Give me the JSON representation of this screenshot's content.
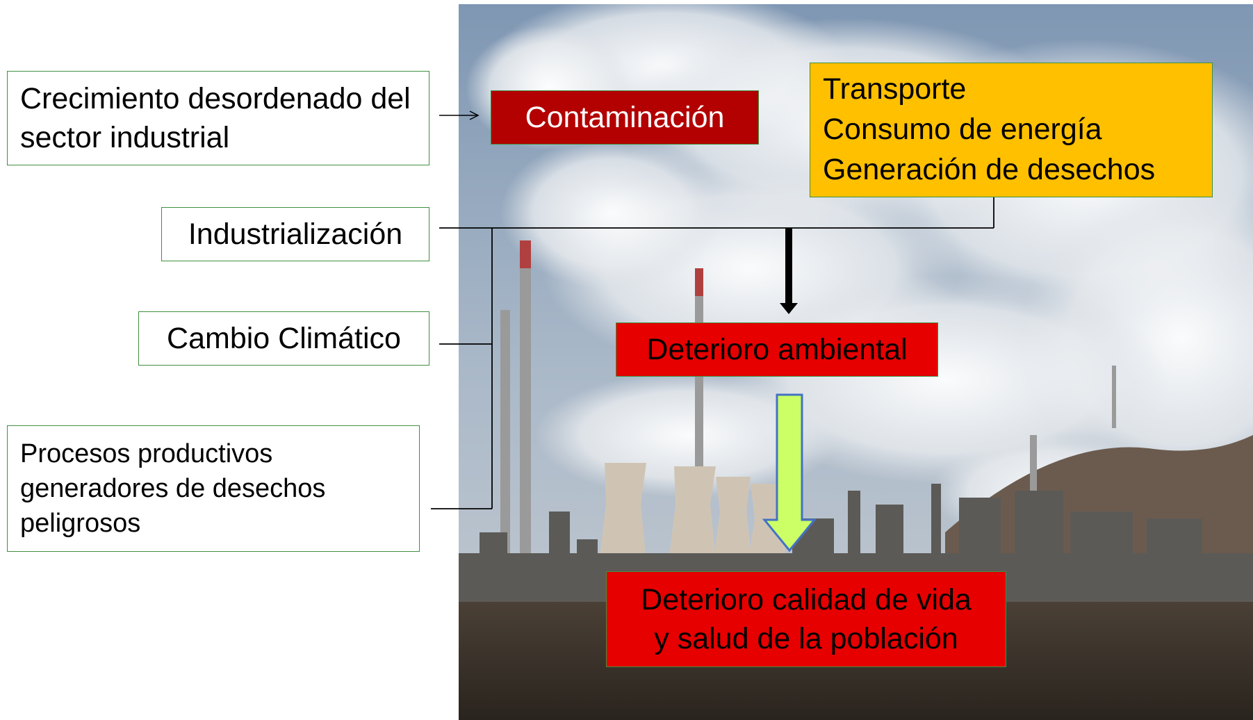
{
  "left_boxes": {
    "crecimiento": "Crecimiento desordenado del sector industrial",
    "industrializacion": "Industrialización",
    "cambio": "Cambio Climático",
    "procesos": "Procesos productivos generadores de desechos peligrosos"
  },
  "contaminacion": "Contaminación",
  "factores": [
    "Transporte",
    "Consumo de energía",
    "Generación de desechos"
  ],
  "deterioro_ambiental": "Deterioro ambiental",
  "deterioro_calidad": [
    "Deterioro calidad de vida",
    "y salud de la población"
  ],
  "colors": {
    "box_border": "#3f8f3f",
    "red": "#e60000",
    "dark_red": "#b30000",
    "yellow": "#ffc000",
    "arrow_green": "#ccff66",
    "arrow_blue": "#4472c4"
  }
}
